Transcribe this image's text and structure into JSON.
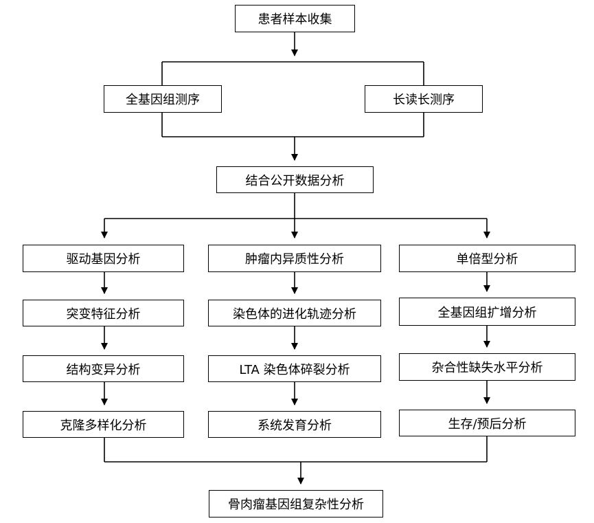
{
  "nodes": {
    "collect": "患者样本收集",
    "wgs": "全基因组测序",
    "lrs": "长读长测序",
    "public": "结合公开数据分析",
    "driver": "驱动基因分析",
    "mutsig": "突变特征分析",
    "sv": "结构变异分析",
    "clonal": "克隆多样化分析",
    "heterogeneity": "肿瘤内异质性分析",
    "chrom_evolution": "染色体的进化轨迹分析",
    "chromothripsis": "LTA 染色体碎裂分析",
    "phylogeny": "系统发育分析",
    "haplotype": "单倍型分析",
    "wgd": "全基因组扩增分析",
    "loh": "杂合性缺失水平分析",
    "survival": "生存/预后分析",
    "complexity": "骨肉瘤基因组复杂性分析"
  }
}
